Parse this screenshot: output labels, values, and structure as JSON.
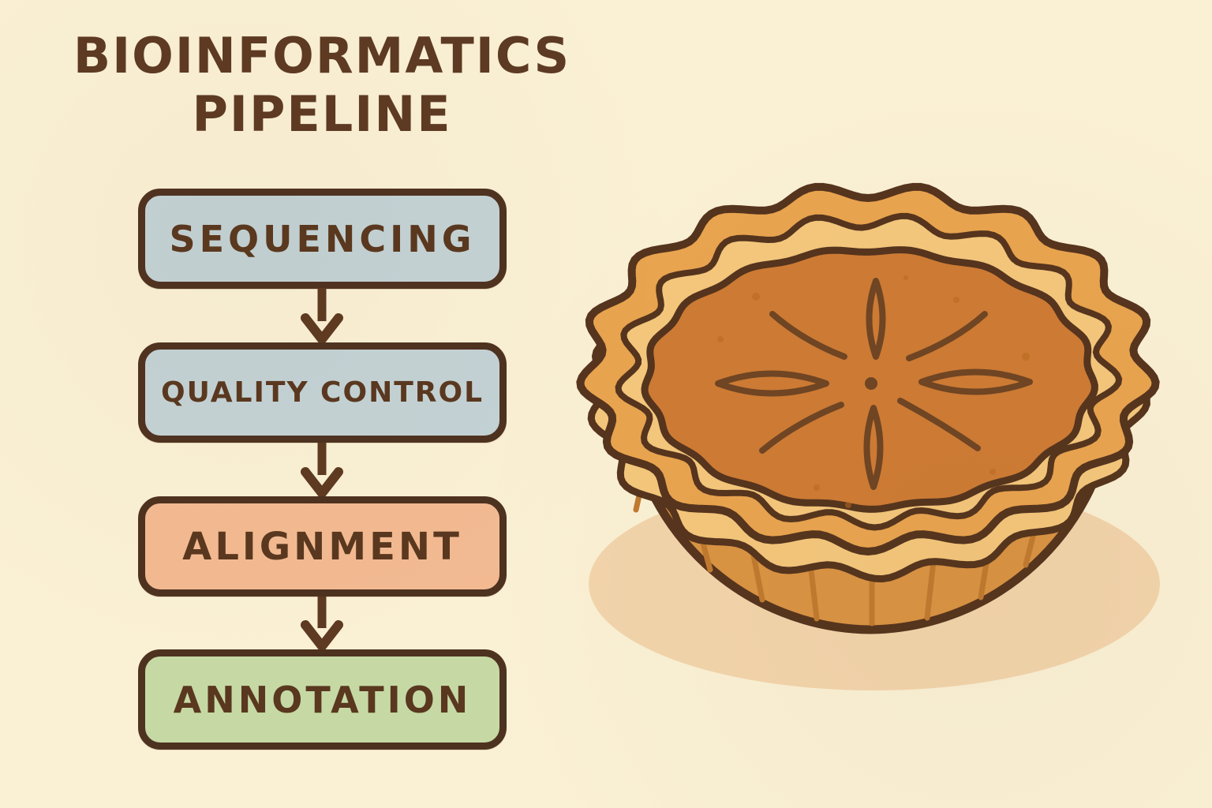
{
  "title": {
    "line1": "BIOINFORMATICS",
    "line2": "PIPELINE"
  },
  "pipeline": {
    "steps": [
      {
        "label": "SEQUENCING",
        "color": "#c3d2d5"
      },
      {
        "label": "QUALITY CONTROL",
        "color": "#c3d2d5"
      },
      {
        "label": "ALIGNMENT",
        "color": "#f3ba92"
      },
      {
        "label": "ANNOTATION",
        "color": "#c6d9a5"
      }
    ]
  },
  "illustration": {
    "subject": "pumpkin pie with scalloped crust, leaf-vent star pattern on top, fluted sides and soft shadow"
  },
  "colors": {
    "background": "#faf0d4",
    "text_brown": "#5d3a23",
    "outline_brown": "#4e3220",
    "arrow_brown": "#5d3a21",
    "box_blue": "#c3d2d5",
    "box_salmon": "#f3ba92",
    "box_green": "#c6d9a5",
    "pie_crust_gold": "#e9a44f",
    "pie_crust_light": "#f4c77c",
    "pie_filling": "#ce7b34",
    "pie_side": "#d99343",
    "pie_ridge": "#c07a2f",
    "pie_outline": "#55341d",
    "pie_vent": "#6f4523",
    "pie_shadow": "#f2d4ab"
  }
}
